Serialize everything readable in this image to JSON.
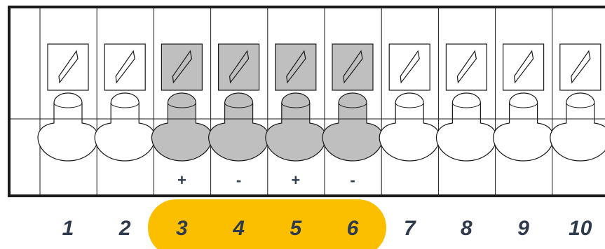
{
  "colors": {
    "active_fill": "#bfbfbf",
    "inactive_fill": "#ffffff",
    "highlight": "#fbbf00",
    "stroke": "#1a1a1a",
    "text": "#2f3b4c"
  },
  "terminals": [
    {
      "number": "1",
      "polarity": "",
      "active": false
    },
    {
      "number": "2",
      "polarity": "",
      "active": false
    },
    {
      "number": "3",
      "polarity": "+",
      "active": true
    },
    {
      "number": "4",
      "polarity": "-",
      "active": true
    },
    {
      "number": "5",
      "polarity": "+",
      "active": true
    },
    {
      "number": "6",
      "polarity": "-",
      "active": true
    },
    {
      "number": "7",
      "polarity": "",
      "active": false
    },
    {
      "number": "8",
      "polarity": "",
      "active": false
    },
    {
      "number": "9",
      "polarity": "",
      "active": false
    },
    {
      "number": "10",
      "polarity": "",
      "active": false
    }
  ],
  "highlight_range": [
    "3",
    "6"
  ]
}
